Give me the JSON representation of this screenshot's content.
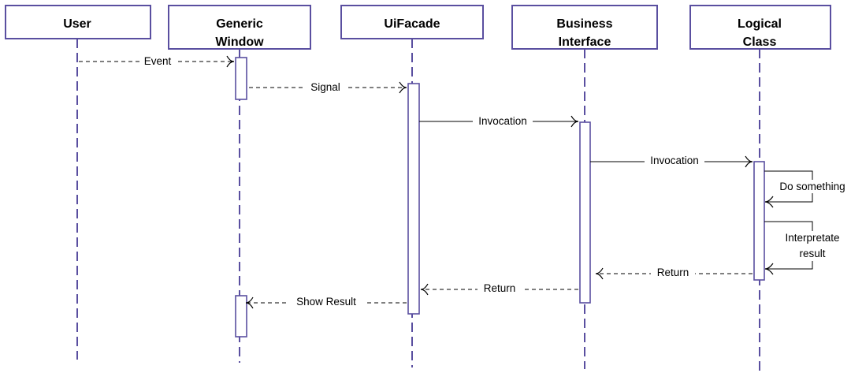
{
  "participants": {
    "user": {
      "name": "User"
    },
    "window": {
      "name_line1": "Generic",
      "name_line2": "Window"
    },
    "facade": {
      "name": "UiFacade"
    },
    "business": {
      "name_line1": "Business",
      "name_line2": "Interface"
    },
    "logical": {
      "name_line1": "Logical",
      "name_line2": "Class"
    }
  },
  "messages": {
    "event": "Event",
    "signal": "Signal",
    "invocation_1": "Invocation",
    "invocation_2": "Invocation",
    "do_something": "Do something",
    "interpretate_line1": "Interpretate",
    "interpretate_line2": "result",
    "return_1": "Return",
    "return_2": "Return",
    "show_result": "Show Result"
  },
  "colors": {
    "lifeline": "#5a4fa0",
    "box_border": "#5a4fa0",
    "message": "#000000"
  }
}
